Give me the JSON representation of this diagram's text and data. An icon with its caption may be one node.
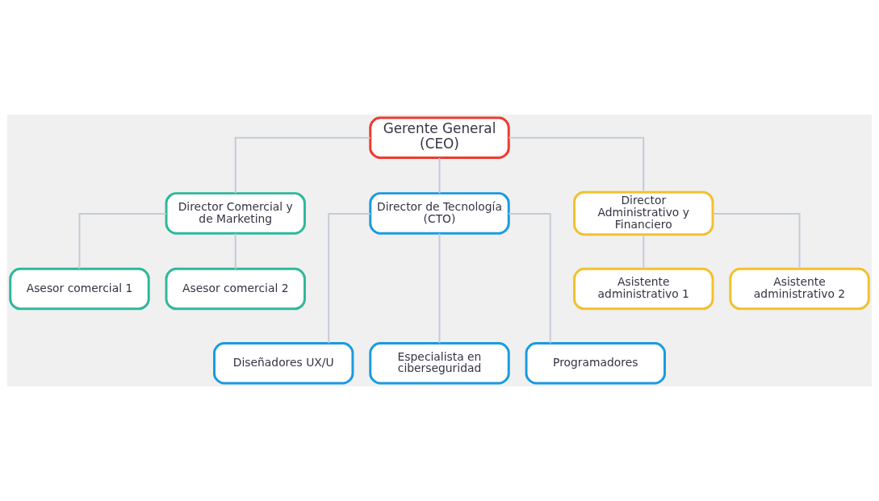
{
  "diagram": {
    "nodes": [
      {
        "text": [
          "Gerente General (CEO)"
        ]
      },
      {
        "text": [
          "Director Comercial y de Marketing"
        ]
      },
      {
        "text": [
          "Director de Tecnología (CTO)"
        ]
      },
      {
        "text": [
          "Director Administrativo y Financiero"
        ]
      },
      {
        "text": [
          "Asesor comercial 1"
        ]
      },
      {
        "text": [
          "Asesor comercial 2"
        ]
      },
      {
        "text": [
          "Asistente administrativo 1"
        ]
      },
      {
        "text": [
          "Asistente administrativo 2"
        ]
      },
      {
        "text": [
          "Diseñadores UX/U"
        ]
      },
      {
        "text": [
          "Especialista en ciberseguridad"
        ]
      },
      {
        "text": [
          "Programadores"
        ]
      }
    ],
    "edges": [
      {
        "from": 0,
        "to": 1,
        "arrow": "none"
      },
      {
        "from": 0,
        "to": 2,
        "arrow": "none"
      },
      {
        "from": 0,
        "to": 3,
        "arrow": "none"
      },
      {
        "from": 1,
        "to": 4,
        "arrow": "none"
      },
      {
        "from": 1,
        "to": 5,
        "arrow": "none"
      },
      {
        "from": 3,
        "to": 6,
        "arrow": "none"
      },
      {
        "from": 3,
        "to": 7,
        "arrow": "none"
      },
      {
        "from": 2,
        "to": 8,
        "arrow": "none"
      },
      {
        "from": 2,
        "to": 9,
        "arrow": "none"
      },
      {
        "from": 2,
        "to": 10,
        "arrow": "none"
      }
    ]
  }
}
